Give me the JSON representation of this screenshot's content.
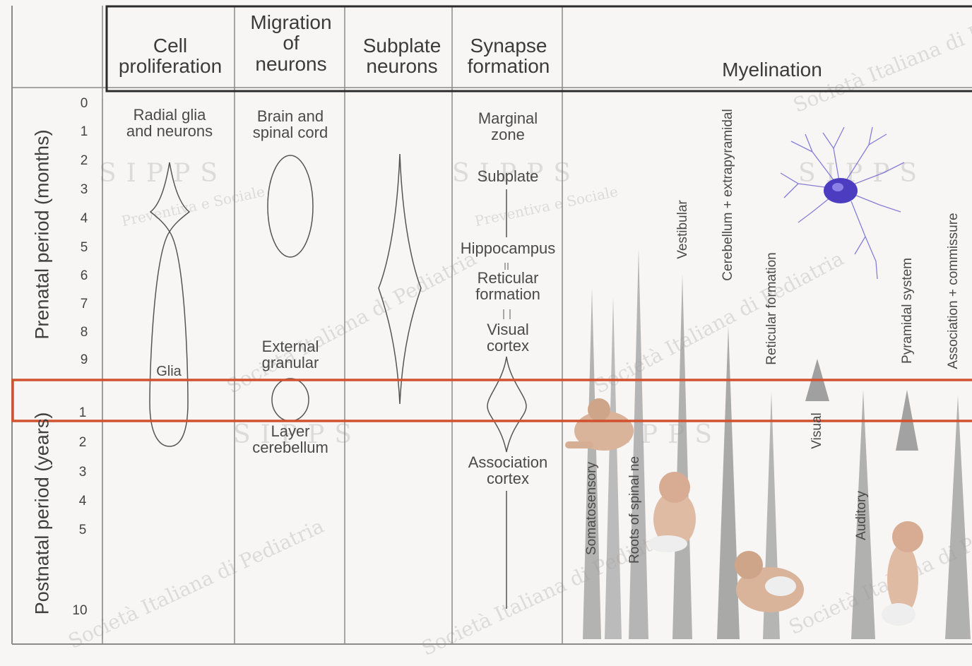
{
  "headers": {
    "cell_proliferation": "Cell\nproliferation",
    "migration": "Migration\nof\nneurons",
    "subplate": "Subplate\nneurons",
    "synapse": "Synapse\nformation",
    "myelination": "Myelination"
  },
  "side_labels": {
    "prenatal": "Prenatal period (months)",
    "postnatal": "Postnatal period (years)"
  },
  "prenatal_ticks": [
    "0",
    "1",
    "2",
    "3",
    "4",
    "5",
    "6",
    "7",
    "8",
    "9"
  ],
  "postnatal_ticks": [
    "1",
    "2",
    "3",
    "4",
    "5",
    "10"
  ],
  "cell_proliferation": {
    "radial_glia": "Radial glia\nand neurons",
    "glia": "Glia"
  },
  "migration": {
    "brain_spinal": "Brain and\nspinal cord",
    "external_granular": "External\ngranular",
    "layer_cerebellum": "Layer\ncerebellum"
  },
  "synapse": {
    "marginal_zone": "Marginal\nzone",
    "subplate": "Subplate",
    "hippocampus": "Hippocampus",
    "reticular_formation": "Reticular\nformation",
    "visual_cortex": "Visual\ncortex",
    "association_cortex": "Association\ncortex"
  },
  "myelination": {
    "tracts": [
      "Somatosensory",
      "Roots of spinal ne",
      "Vestibular",
      "Cerebellum + extrapyramidal",
      "Reticular formation",
      "Visual",
      "Auditory",
      "Pyramidal system",
      "Association + commissure"
    ]
  },
  "watermark": {
    "society": "Società Italiana di Pediatria",
    "sipps": "SIPPS",
    "preventiva": "Preventiva e Sociale"
  },
  "colors": {
    "header_box": "#2b2b2b",
    "highlight_box": "#d2512f",
    "neuron": "#4b3cc0",
    "spike": "#9c9c9c"
  }
}
